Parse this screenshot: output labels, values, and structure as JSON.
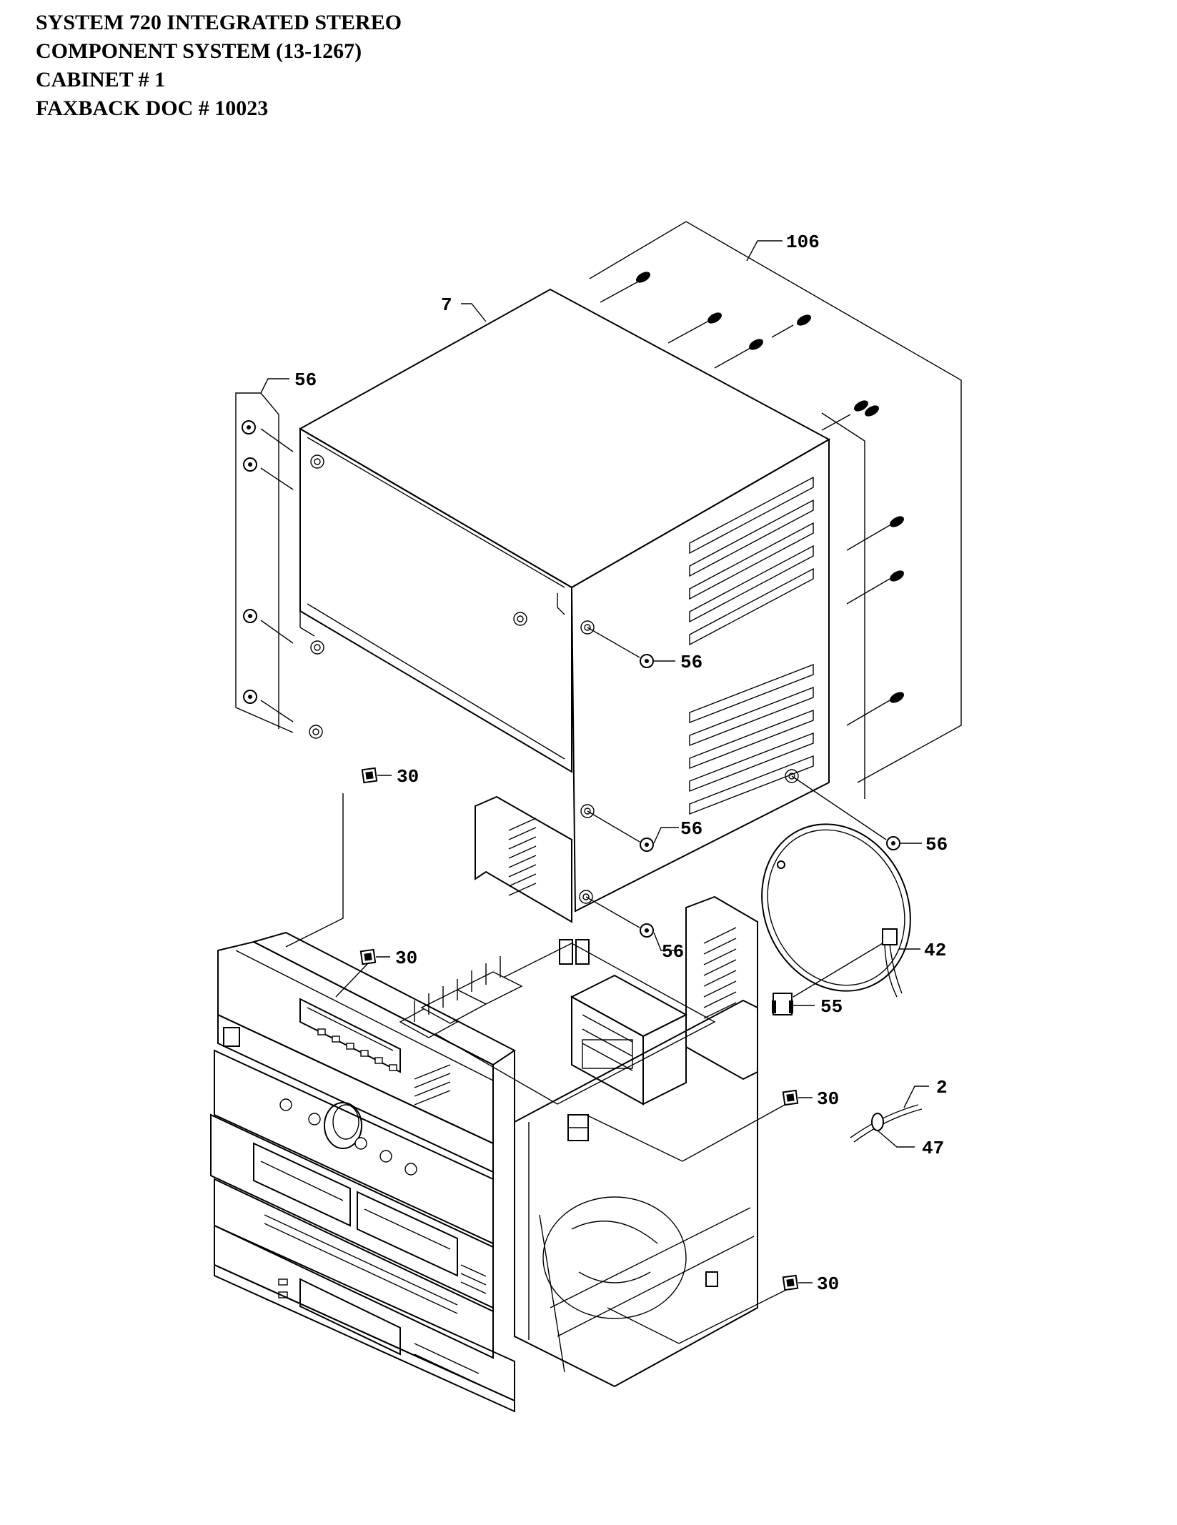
{
  "header": {
    "lines": [
      "SYSTEM 720 INTEGRATED STEREO",
      "COMPONENT SYSTEM  (13-1267)",
      "CABINET # 1",
      "FAXBACK DOC # 10023"
    ]
  },
  "callouts": {
    "c106": "106",
    "c7": "7",
    "c56_left": "56",
    "c56_right_upper": "56",
    "c56_mid": "56",
    "c56_far_right": "56",
    "c56_lower": "56",
    "c30_top": "30",
    "c30_inner": "30",
    "c30_right": "30",
    "c30_bottom": "30",
    "c42": "42",
    "c55": "55",
    "c2": "2",
    "c47": "47"
  }
}
